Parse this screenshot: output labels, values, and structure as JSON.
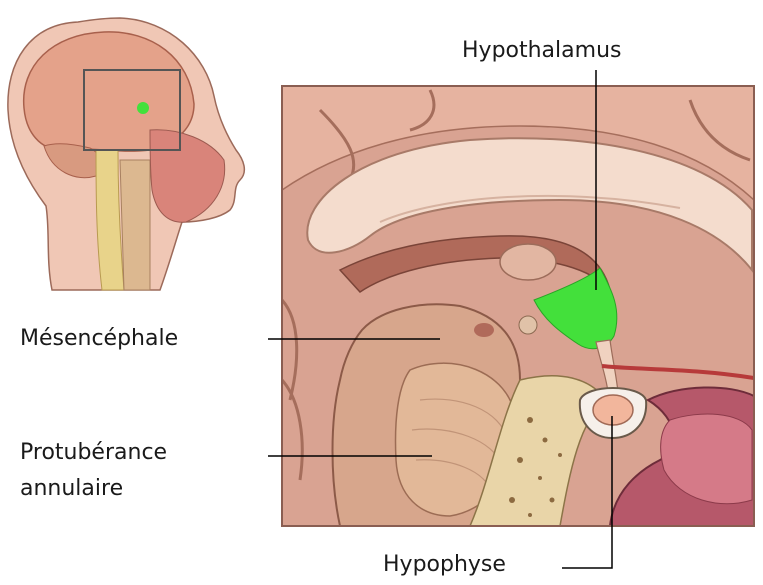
{
  "labels": {
    "hypothalamus": "Hypothalamus",
    "mesencephale": "Mésencéphale",
    "protuberance_line1": "Protubérance",
    "protuberance_line2": "annulaire",
    "hypophyse": "Hypophyse"
  },
  "colors": {
    "tissue": "#e9b7a7",
    "tissue_dark": "#c98c7c",
    "brain_light": "#f2d6c6",
    "brainstem": "#dba88c",
    "highlight": "#43e03b",
    "pituitary": "#f2b69c",
    "leader_line": "#000000"
  }
}
